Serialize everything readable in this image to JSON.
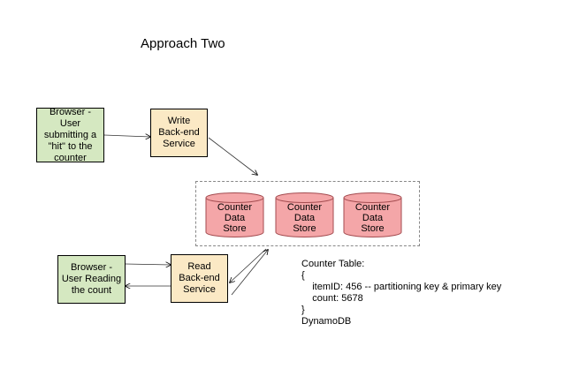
{
  "title": "Approach Two",
  "nodes": {
    "browser_submit": "Browser -\nUser\nsubmitting a\n\"hit\" to the\ncounter",
    "write_service": "Write\nBack-end\nService",
    "read_service": "Read\nBack-end\nService",
    "browser_read": "Browser -\nUser Reading\nthe count"
  },
  "stores": [
    {
      "label": "Counter\nData\nStore"
    },
    {
      "label": "Counter\nData\nStore"
    },
    {
      "label": "Counter\nData\nStore"
    }
  ],
  "colors": {
    "browser_fill": "#d5e8c1",
    "service_fill": "#fbe9c5",
    "store_fill": "#f4a6a8",
    "store_stroke": "#a34b4f"
  },
  "note": {
    "lines": [
      "Counter Table:",
      "{",
      "    itemID: 456 -- partitioning key & primary key",
      "    count: 5678",
      "}",
      "DynamoDB"
    ]
  }
}
